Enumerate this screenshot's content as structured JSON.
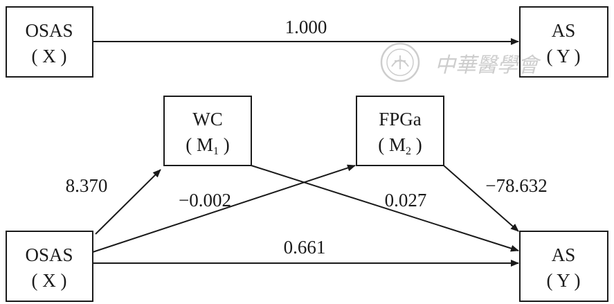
{
  "panel_top": {
    "nodes": {
      "x": {
        "line1": "OSAS",
        "line2": "( X )"
      },
      "y": {
        "line1": "AS",
        "line2": "( Y )"
      }
    },
    "edges": {
      "x_to_y": "1.000"
    }
  },
  "panel_bottom": {
    "nodes": {
      "x": {
        "line1": "OSAS",
        "line2": "( X )"
      },
      "m1": {
        "line1": "WC",
        "line2_pre": "( M",
        "line2_sub": "1",
        "line2_post": " )"
      },
      "m2": {
        "line1": "FPGa",
        "line2_pre": "( M",
        "line2_sub": "2",
        "line2_post": " )"
      },
      "y": {
        "line1": "AS",
        "line2": "( Y )"
      }
    },
    "edges": {
      "x_to_m1": "8.370",
      "x_to_m2": "−0.002",
      "m1_to_y": "0.027",
      "m2_to_y": "−78.632",
      "x_to_y": "0.661"
    }
  },
  "watermark": {
    "text": "中華醫學會"
  },
  "colors": {
    "line": "#1a1a1a",
    "watermark": "#c8c8c8"
  }
}
